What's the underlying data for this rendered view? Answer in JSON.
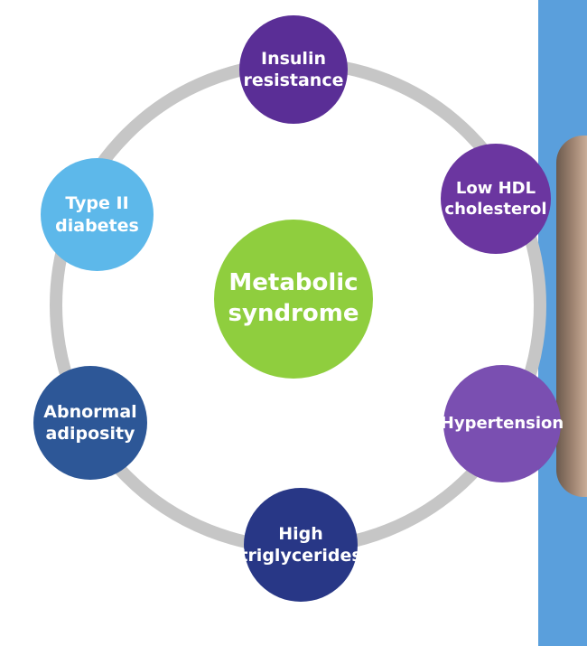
{
  "diagram": {
    "center": {
      "label": "Metabolic\nsyndrome",
      "color": "#8fce3e"
    },
    "nodes": [
      {
        "id": "insulin",
        "label": "Insulin\nresistance",
        "color": "#5a2e96"
      },
      {
        "id": "hdl",
        "label": "Low HDL\ncholesterol",
        "color": "#6b36a0"
      },
      {
        "id": "hyper",
        "label": "Hypertension",
        "color": "#7a4fb1"
      },
      {
        "id": "trig",
        "label": "High\ntriglycerides",
        "color": "#283786"
      },
      {
        "id": "adip",
        "label": "Abnormal\nadiposity",
        "color": "#2d5797"
      },
      {
        "id": "diab",
        "label": "Type II\ndiabetes",
        "color": "#5db8ea"
      }
    ],
    "ring_color": "#c6c6c6",
    "side_panel_color": "#5a9fdc"
  }
}
